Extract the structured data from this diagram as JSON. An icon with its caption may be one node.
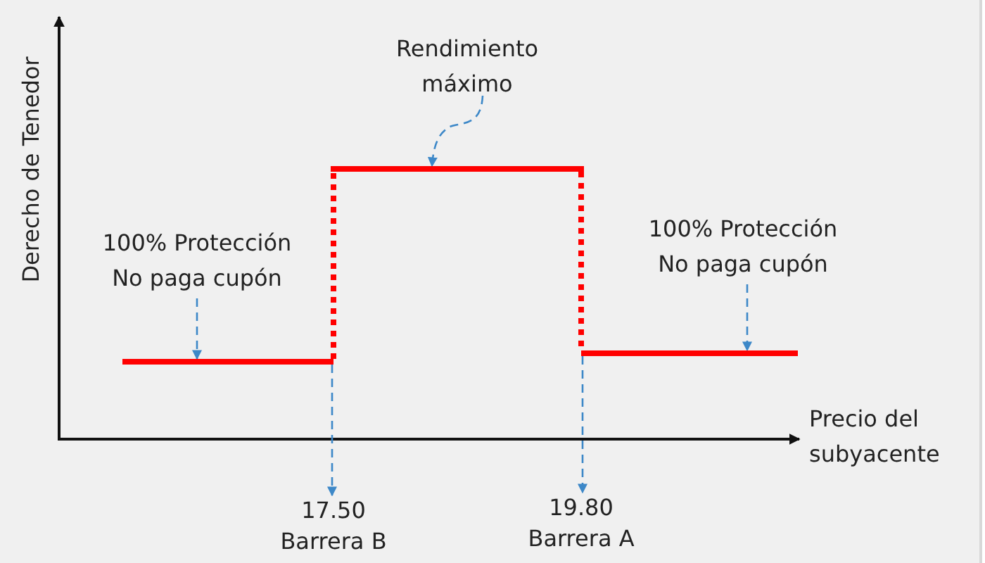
{
  "diagram": {
    "nodes": [
      {
        "text": [
          "Rendimiento máximo"
        ]
      },
      {
        "text": [
          "100% Protección No paga cupón"
        ]
      },
      {
        "text": [
          "100% Protección No paga cupón"
        ]
      },
      {
        "text": [],
        "shape": "bar"
      },
      {
        "text": [],
        "shape": "bar"
      },
      {
        "text": [],
        "shape": "bar"
      },
      {
        "text": [
          "17.50",
          "Barrera B"
        ]
      },
      {
        "text": [
          "19.80",
          "Barrera A"
        ]
      }
    ],
    "edges": [
      {
        "from": 0,
        "to": 4,
        "arrow": "to",
        "style": "dashed"
      },
      {
        "from": 1,
        "to": 3,
        "arrow": "to",
        "style": "dashed"
      },
      {
        "from": 2,
        "to": 5,
        "arrow": "to",
        "style": "dashed"
      },
      {
        "from": 3,
        "to": 6,
        "arrow": "to",
        "style": "dashed"
      },
      {
        "from": 5,
        "to": 7,
        "arrow": "to",
        "style": "dashed"
      },
      {
        "from": 3,
        "to": 4,
        "arrow": "none",
        "style": "dashed",
        "color": "#ff0000"
      },
      {
        "from": 4,
        "to": 5,
        "arrow": "none",
        "style": "dashed",
        "color": "#ff0000"
      }
    ],
    "labels": [
      "Derecho de Tenedor",
      "Precio del subyacente"
    ]
  }
}
